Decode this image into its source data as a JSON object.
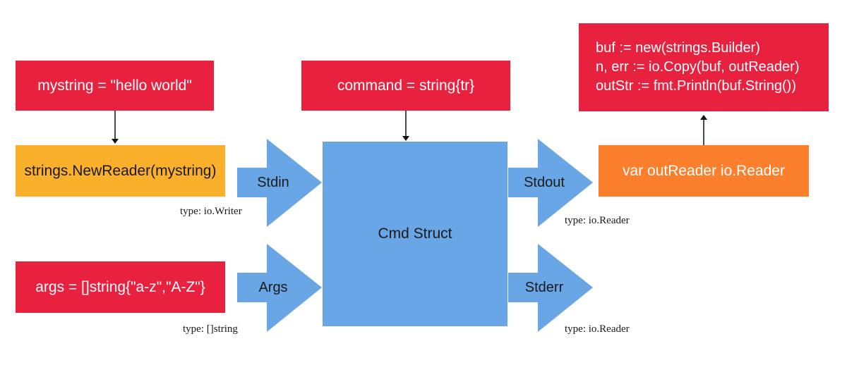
{
  "colors": {
    "red": "#e8213f",
    "yellow": "#fbb02c",
    "orange": "#fb7f2c",
    "blue": "#69a6e6"
  },
  "boxes": {
    "mystring": "mystring = \"hello world\"",
    "new_reader": "strings.NewReader(mystring)",
    "args": "args = []string{\"a-z\",\"A-Z\"}",
    "command": "command = string{tr}",
    "cmd_struct": "Cmd Struct",
    "out_reader": "var outReader io.Reader",
    "code_lines": [
      "buf := new(strings.Builder)",
      "n, err := io.Copy(buf, outReader)",
      "outStr := fmt.Println(buf.String())"
    ]
  },
  "arrows": {
    "stdin": "Stdin",
    "args": "Args",
    "stdout": "Stdout",
    "stderr": "Stderr"
  },
  "types": {
    "stdin": "type: io.Writer",
    "args": "type: []string",
    "stdout": "type: io.Reader",
    "stderr": "type: io.Reader"
  }
}
